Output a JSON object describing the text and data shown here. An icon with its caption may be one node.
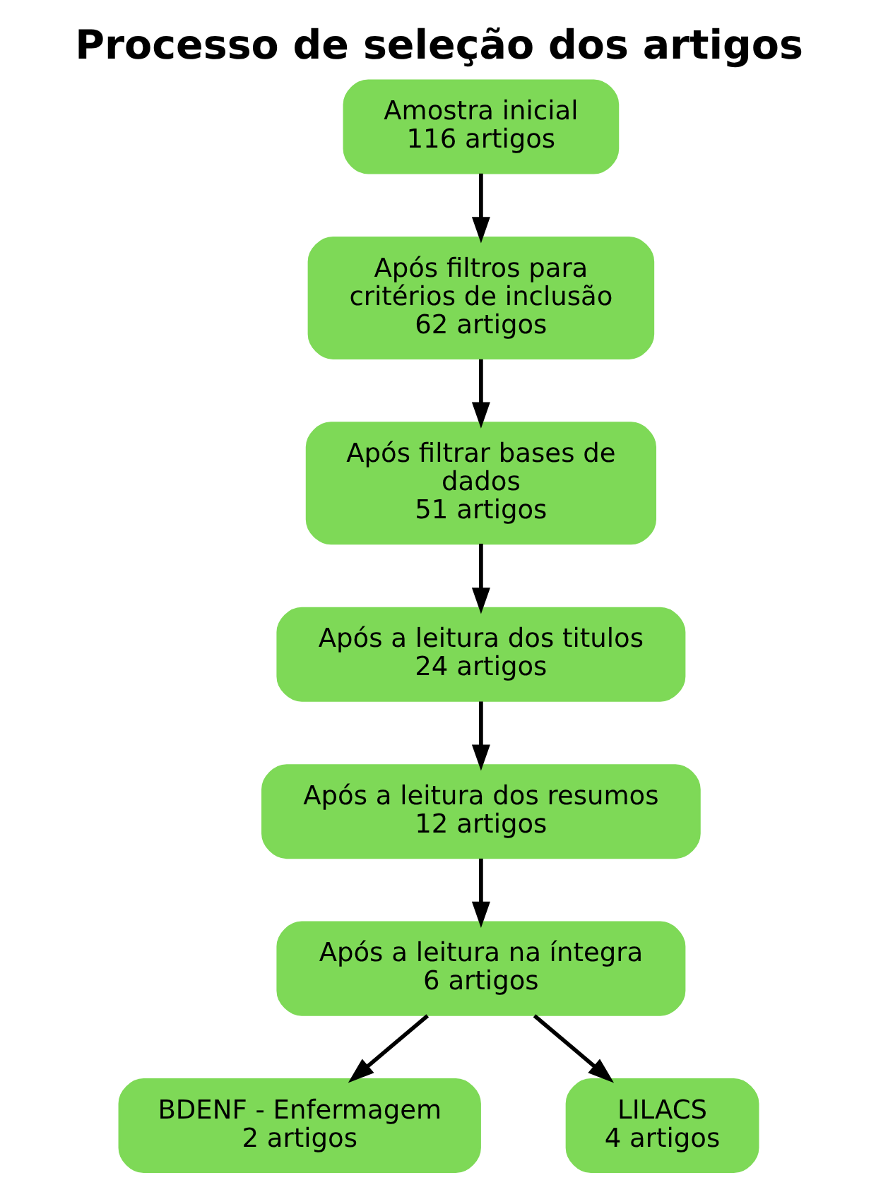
{
  "diagram": {
    "title": "Processo de seleção dos artigos",
    "nodes": [
      {
        "text": [
          "Amostra inicial",
          "116 artigos"
        ]
      },
      {
        "text": [
          "Após filtros para critérios de inclusão",
          "62 artigos"
        ]
      },
      {
        "text": [
          "Após filtrar bases de dados",
          "51 artigos"
        ]
      },
      {
        "text": [
          "Após a leitura dos titulos",
          "24 artigos"
        ]
      },
      {
        "text": [
          "Após a leitura dos resumos",
          "12 artigos"
        ]
      },
      {
        "text": [
          "Após a leitura na íntegra",
          "6 artigos"
        ]
      },
      {
        "text": [
          "BDENF - Enfermagem",
          "2 artigos"
        ]
      },
      {
        "text": [
          "LILACS",
          "4 artigos"
        ]
      }
    ],
    "edges": [
      {
        "from": 0,
        "to": 1,
        "arrow": "to"
      },
      {
        "from": 1,
        "to": 2,
        "arrow": "to"
      },
      {
        "from": 2,
        "to": 3,
        "arrow": "to"
      },
      {
        "from": 3,
        "to": 4,
        "arrow": "to"
      },
      {
        "from": 4,
        "to": 5,
        "arrow": "to"
      },
      {
        "from": 5,
        "to": 6,
        "arrow": "to"
      },
      {
        "from": 5,
        "to": 7,
        "arrow": "to"
      }
    ]
  }
}
